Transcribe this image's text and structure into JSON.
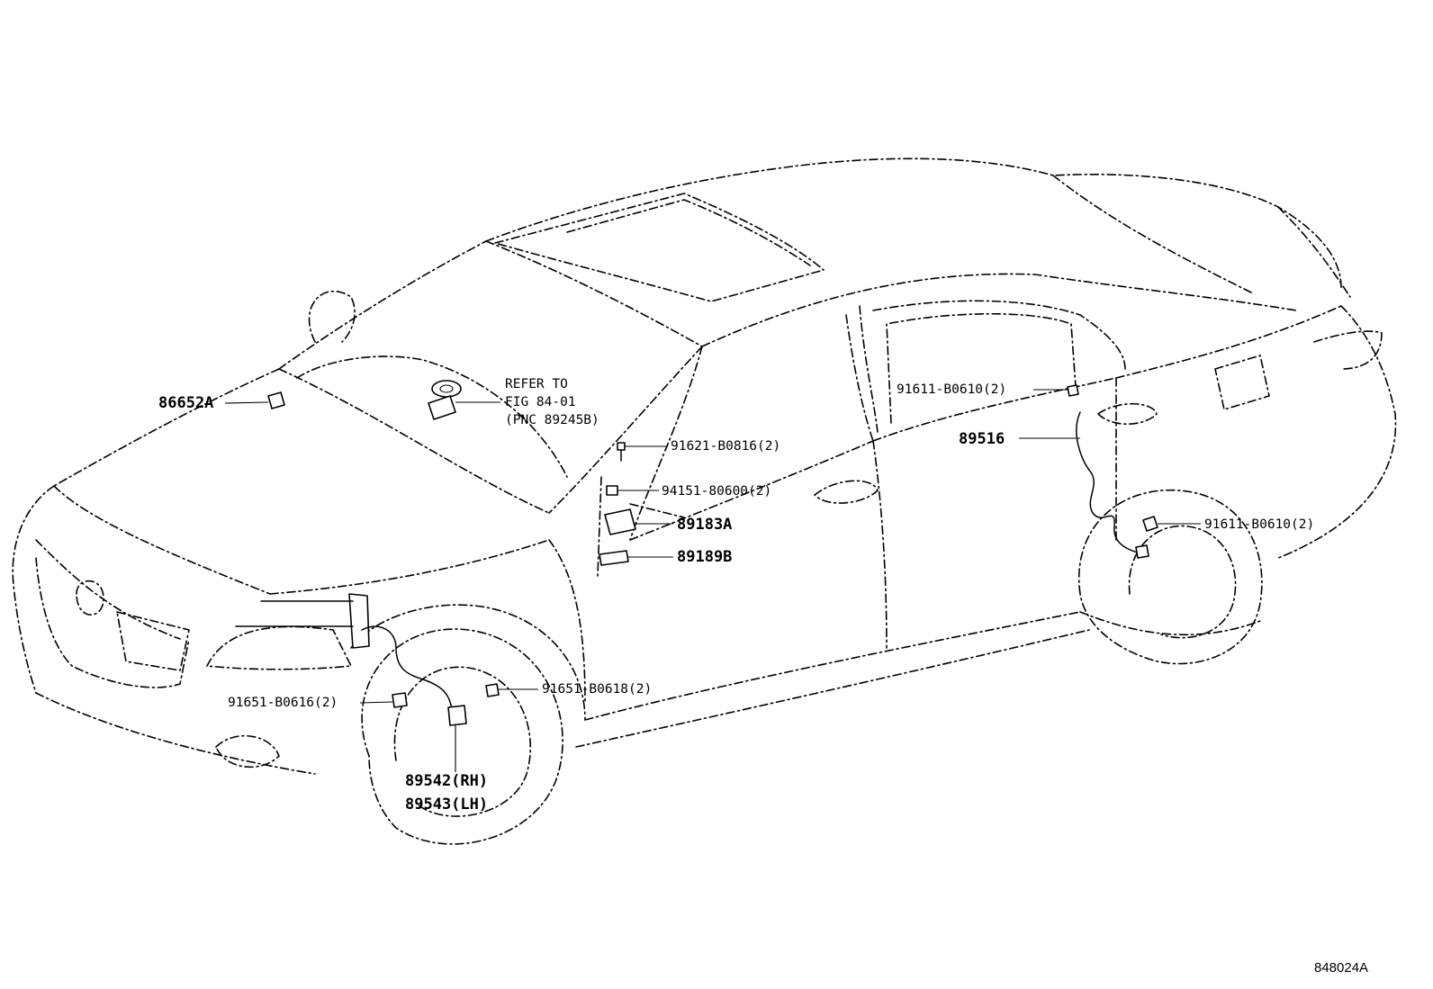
{
  "callouts": {
    "horn_bracket": "86652A",
    "refer_note_line1": "REFER TO",
    "refer_note_line2": "FIG 84-01",
    "refer_note_line3": "(PNC 89245B)",
    "bolt_upper": "91621-B0816(2)",
    "nut_upper": "94151-80600(2)",
    "sensor_upper": "89183A",
    "bracket_sensor": "89189B",
    "rear_bolt_upper": "91611-B0610(2)",
    "rear_speed_sensor": "89516",
    "rear_bolt_lower": "91611-B0610(2)",
    "front_bolt_right": "91651-B0618(2)",
    "front_bolt_left": "91651-B0616(2)",
    "front_sensor_rh": "89542(RH)",
    "front_sensor_lh": "89543(LH)"
  },
  "figure_id": "848024A"
}
